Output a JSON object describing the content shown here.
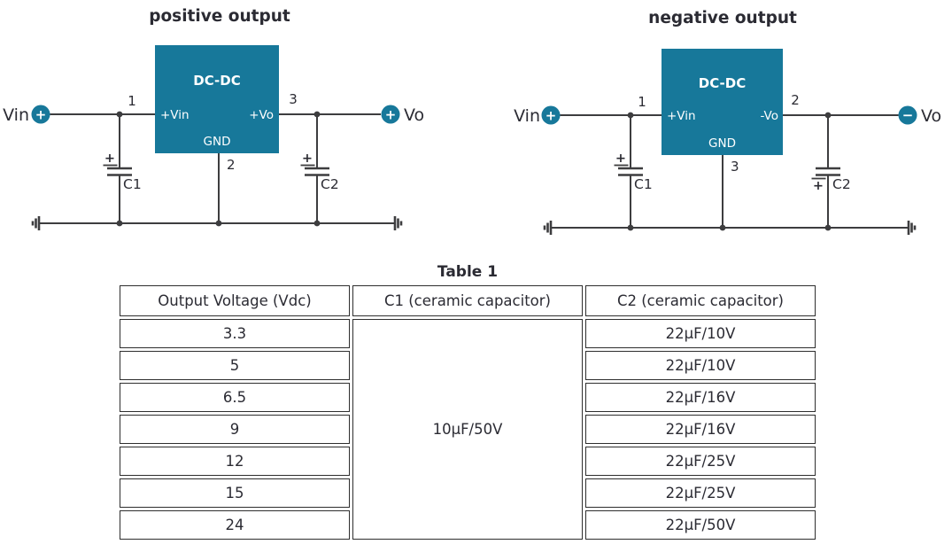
{
  "colors": {
    "accent": "#17789a",
    "wire": "#3d3d3f",
    "ink": "#2b2b33"
  },
  "circuits": {
    "positive": {
      "title": "positive output",
      "chip": "DC-DC",
      "pin_in": "+Vin",
      "pin_out": "+Vo",
      "pin_gnd": "GND",
      "num_in": "1",
      "num_out": "3",
      "num_gnd": "2",
      "input_name": "Vin",
      "output_name": "Vo",
      "input_sign": "+",
      "output_sign": "+",
      "cap_in": "C1",
      "cap_out": "C2",
      "cap_in_sign": "+",
      "cap_out_sign": "+"
    },
    "negative": {
      "title": "negative output",
      "chip": "DC-DC",
      "pin_in": "+Vin",
      "pin_out": "-Vo",
      "pin_gnd": "GND",
      "num_in": "1",
      "num_out": "2",
      "num_gnd": "3",
      "input_name": "Vin",
      "output_name": "Vo",
      "input_sign": "+",
      "output_sign": "−",
      "cap_in": "C1",
      "cap_out": "C2",
      "cap_in_sign": "+",
      "cap_out_sign": "+"
    }
  },
  "table": {
    "title": "Table 1",
    "headers": [
      "Output Voltage (Vdc)",
      "C1 (ceramic capacitor)",
      "C2 (ceramic capacitor)"
    ],
    "c1_value": "10µF/50V",
    "rows": [
      {
        "voltage": "3.3",
        "c2": "22µF/10V"
      },
      {
        "voltage": "5",
        "c2": "22µF/10V"
      },
      {
        "voltage": "6.5",
        "c2": "22µF/16V"
      },
      {
        "voltage": "9",
        "c2": "22µF/16V"
      },
      {
        "voltage": "12",
        "c2": "22µF/25V"
      },
      {
        "voltage": "15",
        "c2": "22µF/25V"
      },
      {
        "voltage": "24",
        "c2": "22µF/50V"
      }
    ]
  }
}
